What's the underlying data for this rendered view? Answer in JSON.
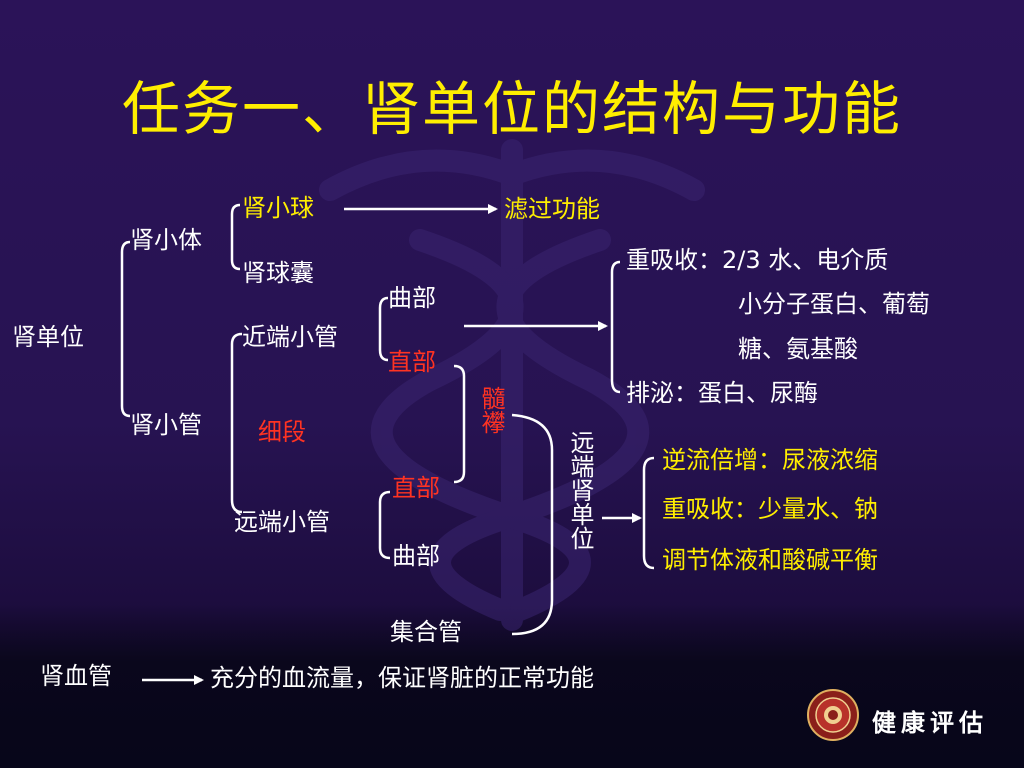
{
  "title": "任务一、肾单位的结构与功能",
  "colors": {
    "background": "#2b1358",
    "title": "#ffee00",
    "highlight_yellow": "#ffee00",
    "highlight_red": "#ff3322",
    "text": "#ffffff"
  },
  "nephron": {
    "root": "肾单位",
    "renal_corpuscle": {
      "label": "肾小体",
      "glomerulus": "肾小球",
      "glomerulus_function": "滤过功能",
      "capsule": "肾球囊"
    },
    "renal_tubule": {
      "label": "肾小管",
      "proximal": {
        "label": "近端小管",
        "convoluted": "曲部",
        "straight": "直部"
      },
      "thin_segment": "细段",
      "distal": {
        "label": "远端小管",
        "straight": "直部",
        "convoluted": "曲部"
      }
    },
    "collecting_duct": "集合管",
    "medullary_loop": "髓襻",
    "distal_nephron": "远端肾单位"
  },
  "proximal_functions": {
    "reabsorption_prefix": "重吸收：",
    "reabsorption_line1": "2/3 水、电介质",
    "reabsorption_line2": "小分子蛋白、葡萄",
    "reabsorption_line3": "糖、氨基酸",
    "secretion": "排泌：蛋白、尿酶"
  },
  "distal_functions": {
    "item1": "逆流倍增：尿液浓缩",
    "item2": "重吸收：少量水、钠",
    "item3": "调节体液和酸碱平衡"
  },
  "renal_vessels": {
    "label": "肾血管",
    "function": "充分的血流量，保证肾脏的正常功能"
  },
  "logo": {
    "name": "健康评估",
    "icon": "university-seal-icon"
  }
}
